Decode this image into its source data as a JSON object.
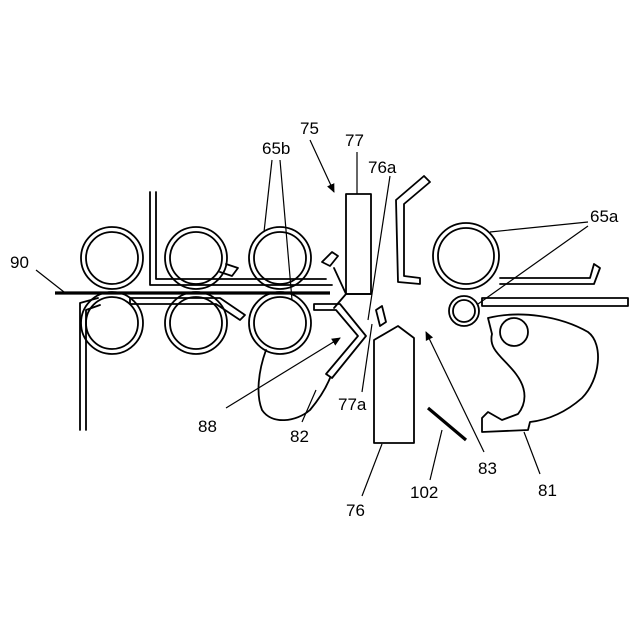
{
  "labels": {
    "l75": "75",
    "l77": "77",
    "l65b": "65b",
    "l76a": "76a",
    "l65a": "65a",
    "l90": "90",
    "l88": "88",
    "l82": "82",
    "l77a": "77a",
    "l83": "83",
    "l81": "81",
    "l102": "102",
    "l76": "76"
  }
}
